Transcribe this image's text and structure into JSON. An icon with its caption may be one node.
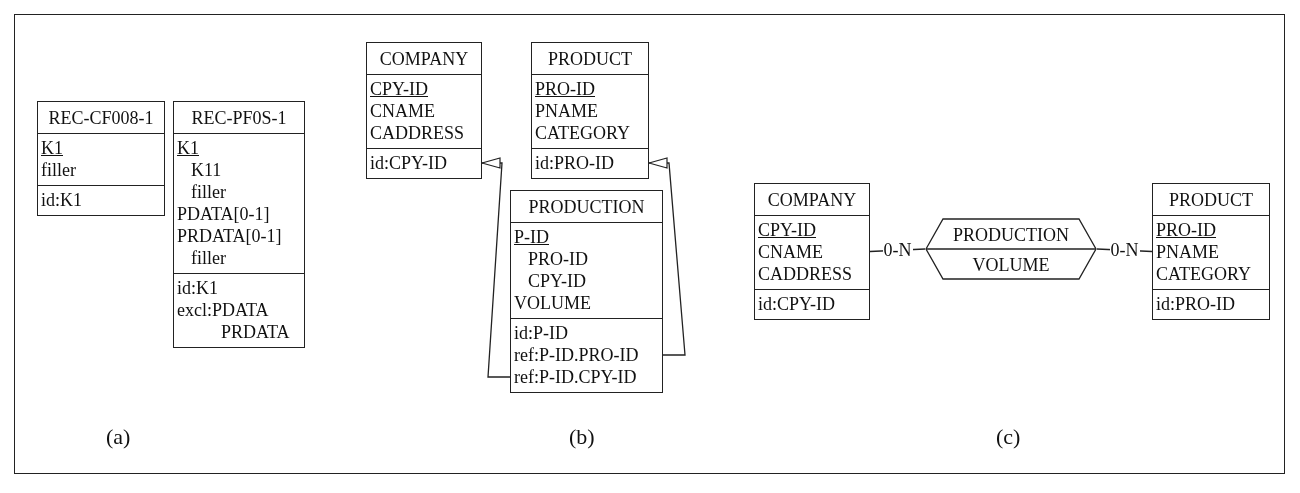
{
  "diagram": {
    "nodes": [
      {
        "text": [
          "REC-CF008-1",
          "K1",
          "filler",
          "id:K1"
        ]
      },
      {
        "text": [
          "REC-PF0S-1",
          "K1",
          "K11",
          "filler",
          "PDATA[0-1]",
          "PRDATA[0-1]",
          "filler",
          "id:K1",
          "excl:PDATA PRDATA"
        ]
      },
      {
        "text": [
          "COMPANY",
          "CPY-ID",
          "CNAME",
          "CADDRESS",
          "id:CPY-ID"
        ]
      },
      {
        "text": [
          "PRODUCT",
          "PRO-ID",
          "PNAME",
          "CATEGORY",
          "id:PRO-ID"
        ]
      },
      {
        "text": [
          "PRODUCTION",
          "P-ID",
          "PRO-ID",
          "CPY-ID",
          "VOLUME",
          "id:P-ID",
          "ref:P-ID.PRO-ID",
          "ref:P-ID.CPY-ID"
        ]
      },
      {
        "text": [
          "COMPANY",
          "CPY-ID",
          "CNAME",
          "CADDRESS",
          "id:CPY-ID"
        ]
      },
      {
        "text": [
          "PRODUCTION",
          "VOLUME"
        ]
      },
      {
        "text": [
          "PRODUCT",
          "PRO-ID",
          "PNAME",
          "CATEGORY",
          "id:PRO-ID"
        ]
      }
    ],
    "edges": [
      {
        "from": 4,
        "to": 2,
        "arrow": "to"
      },
      {
        "from": 4,
        "to": 3,
        "arrow": "to"
      },
      {
        "from": 5,
        "to": 6,
        "arrow": "none",
        "label": "0-N"
      },
      {
        "from": 6,
        "to": 7,
        "arrow": "none",
        "label": "0-N"
      }
    ],
    "labels": [
      "(a)",
      "(b)",
      "(c)"
    ]
  }
}
